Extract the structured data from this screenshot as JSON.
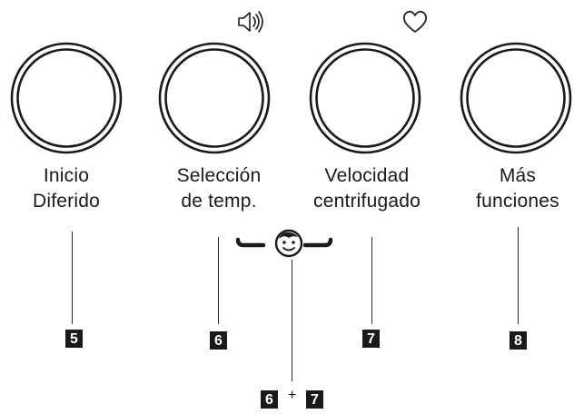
{
  "buttons": [
    {
      "id": "inicio-diferido",
      "label_line1": "Inicio",
      "label_line2": "Diferido",
      "callout": "5"
    },
    {
      "id": "seleccion-temp",
      "label_line1": "Selección",
      "label_line2": "de temp.",
      "callout": "6",
      "icon": "speaker-icon"
    },
    {
      "id": "velocidad-centrifugado",
      "label_line1": "Velocidad",
      "label_line2": "centrifugado",
      "callout": "7",
      "icon": "heart-icon"
    },
    {
      "id": "mas-funciones",
      "label_line1": "Más",
      "label_line2": "funciones",
      "callout": "8"
    }
  ],
  "combo": {
    "icon": "child-lock-face-icon",
    "left_badge": "6",
    "plus": "+",
    "right_badge": "7"
  },
  "colors": {
    "ink": "#1a1a1a",
    "background": "#ffffff",
    "badge_text": "#ffffff"
  }
}
